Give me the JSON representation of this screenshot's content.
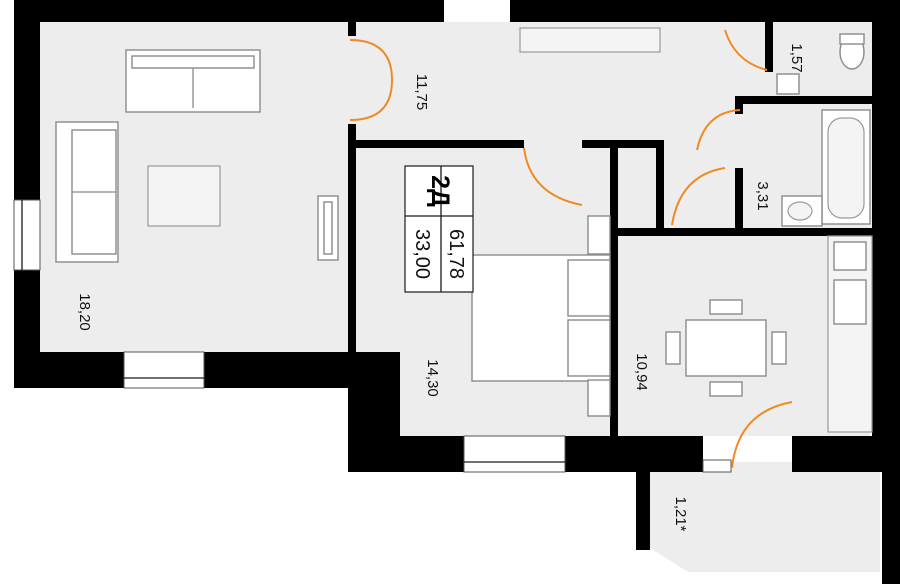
{
  "apartment": {
    "code": "2Д",
    "total_area": "61,78",
    "living_area": "33,00"
  },
  "rooms": {
    "living_room": "18,20",
    "hallway": "11,75",
    "wc": "1,57",
    "bathroom": "3,31",
    "bedroom": "14,30",
    "kitchen": "10,94",
    "balcony": "1,21*"
  },
  "colors": {
    "wall": "#000000",
    "floor": "#ededed",
    "door_swing": "#f08a24"
  }
}
